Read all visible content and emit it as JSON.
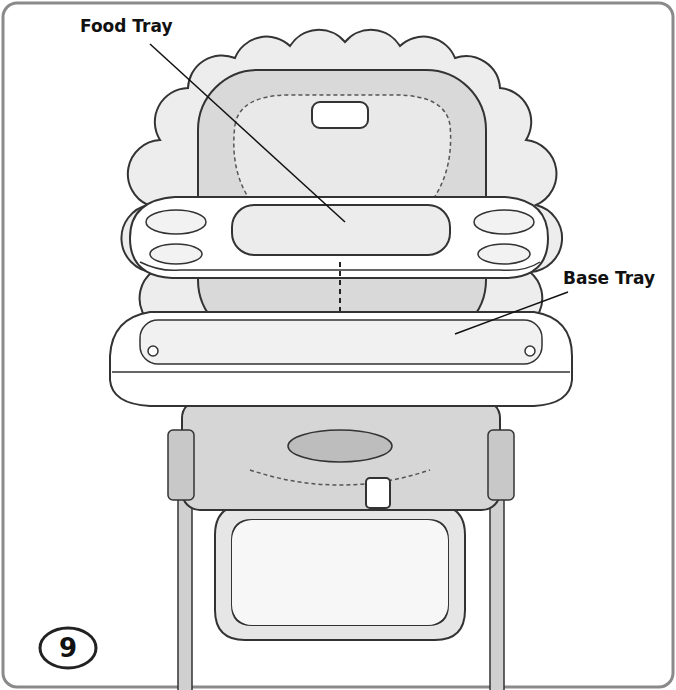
{
  "diagram": {
    "nodes": [
      {
        "text": [
          "9"
        ]
      }
    ],
    "labels": [
      "Food Tray",
      "Base Tray"
    ]
  }
}
